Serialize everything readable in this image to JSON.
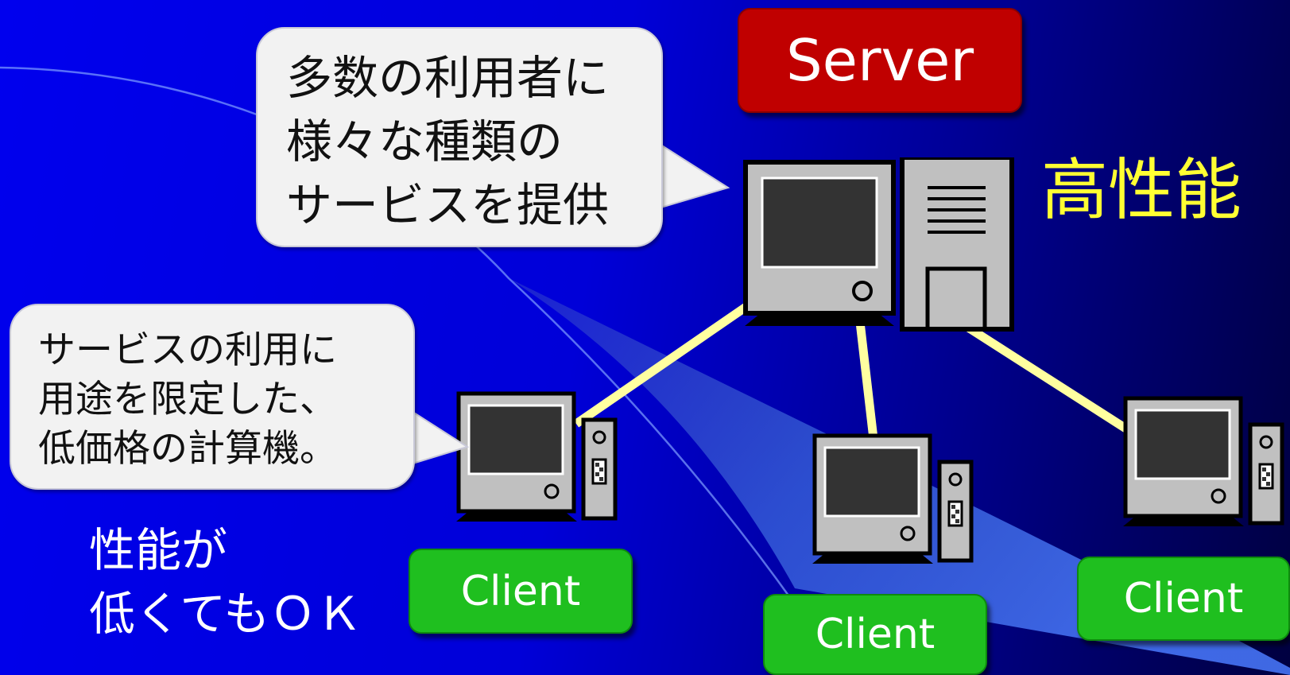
{
  "server": {
    "label": "Server",
    "quality": "高性能"
  },
  "server_callout": {
    "lines": [
      "多数の利用者に",
      "様々な種類の",
      "サービスを提供"
    ]
  },
  "client_callout": {
    "lines": [
      "サービスの利用に",
      "用途を限定した、",
      "低価格の計算機。"
    ]
  },
  "client_quality": {
    "lines": [
      "性能が",
      "低くてもＯＫ"
    ]
  },
  "clients": [
    {
      "label": "Client"
    },
    {
      "label": "Client"
    },
    {
      "label": "Client"
    }
  ],
  "colors": {
    "server_box": "#c00000",
    "client_box": "#1fbf1f",
    "connection": "#ffffa0",
    "high_perf_text": "#ffff33"
  },
  "icons": [
    "server-computer-icon",
    "client-computer-icon"
  ]
}
